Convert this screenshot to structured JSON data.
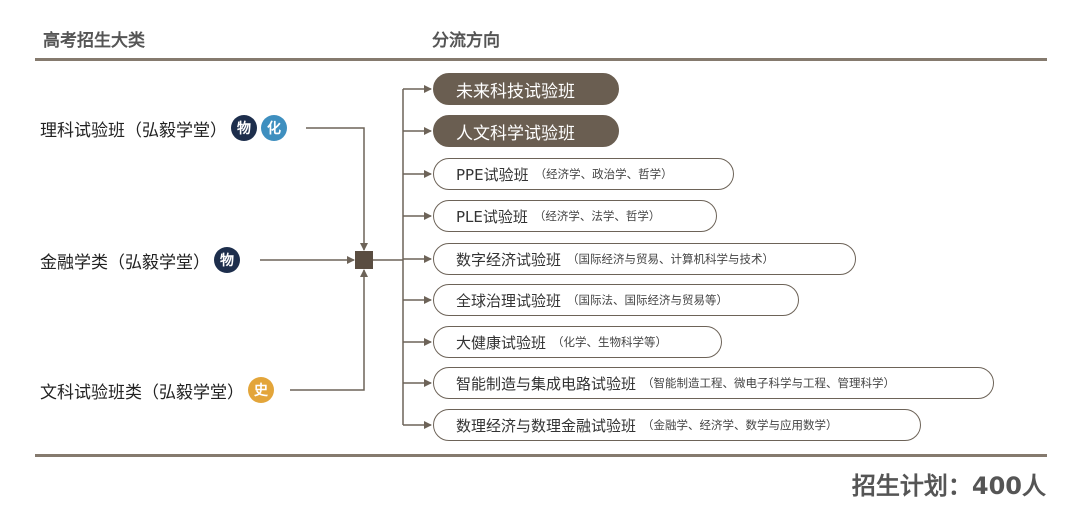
{
  "headers": {
    "left": "高考招生大类",
    "right": "分流方向"
  },
  "sources": [
    {
      "label": "理科试验班（弘毅学堂）",
      "badges": [
        {
          "text": "物",
          "color": "#1d2e4c"
        },
        {
          "text": "化",
          "color": "#3e8fbf"
        }
      ]
    },
    {
      "label": "金融学类（弘毅学堂）",
      "badges": [
        {
          "text": "物",
          "color": "#1d2e4c"
        }
      ]
    },
    {
      "label": "文科试验班类（弘毅学堂）",
      "badges": [
        {
          "text": "史",
          "color": "#e3a53a"
        }
      ]
    }
  ],
  "directions": [
    {
      "name": "未来科技试验班",
      "desc": ""
    },
    {
      "name": "人文科学试验班",
      "desc": ""
    },
    {
      "name": "PPE试验班",
      "desc": "（经济学、政治学、哲学）"
    },
    {
      "name": "PLE试验班",
      "desc": "（经济学、法学、哲学）"
    },
    {
      "name": "数字经济试验班",
      "desc": "（国际经济与贸易、计算机科学与技术）"
    },
    {
      "name": "全球治理试验班",
      "desc": "（国际法、国际经济与贸易等）"
    },
    {
      "name": "大健康试验班",
      "desc": "（化学、生物科学等）"
    },
    {
      "name": "智能制造与集成电路试验班",
      "desc": "（智能制造工程、微电子科学与工程、管理科学）"
    },
    {
      "name": "数理经济与数理金融试验班",
      "desc": "（金融学、经济学、数学与应用数学）"
    }
  ],
  "plan": "招生计划：400人",
  "colors": {
    "rule": "#857a6e",
    "line": "#6d6358",
    "dark_pill": "#6a5e51"
  }
}
